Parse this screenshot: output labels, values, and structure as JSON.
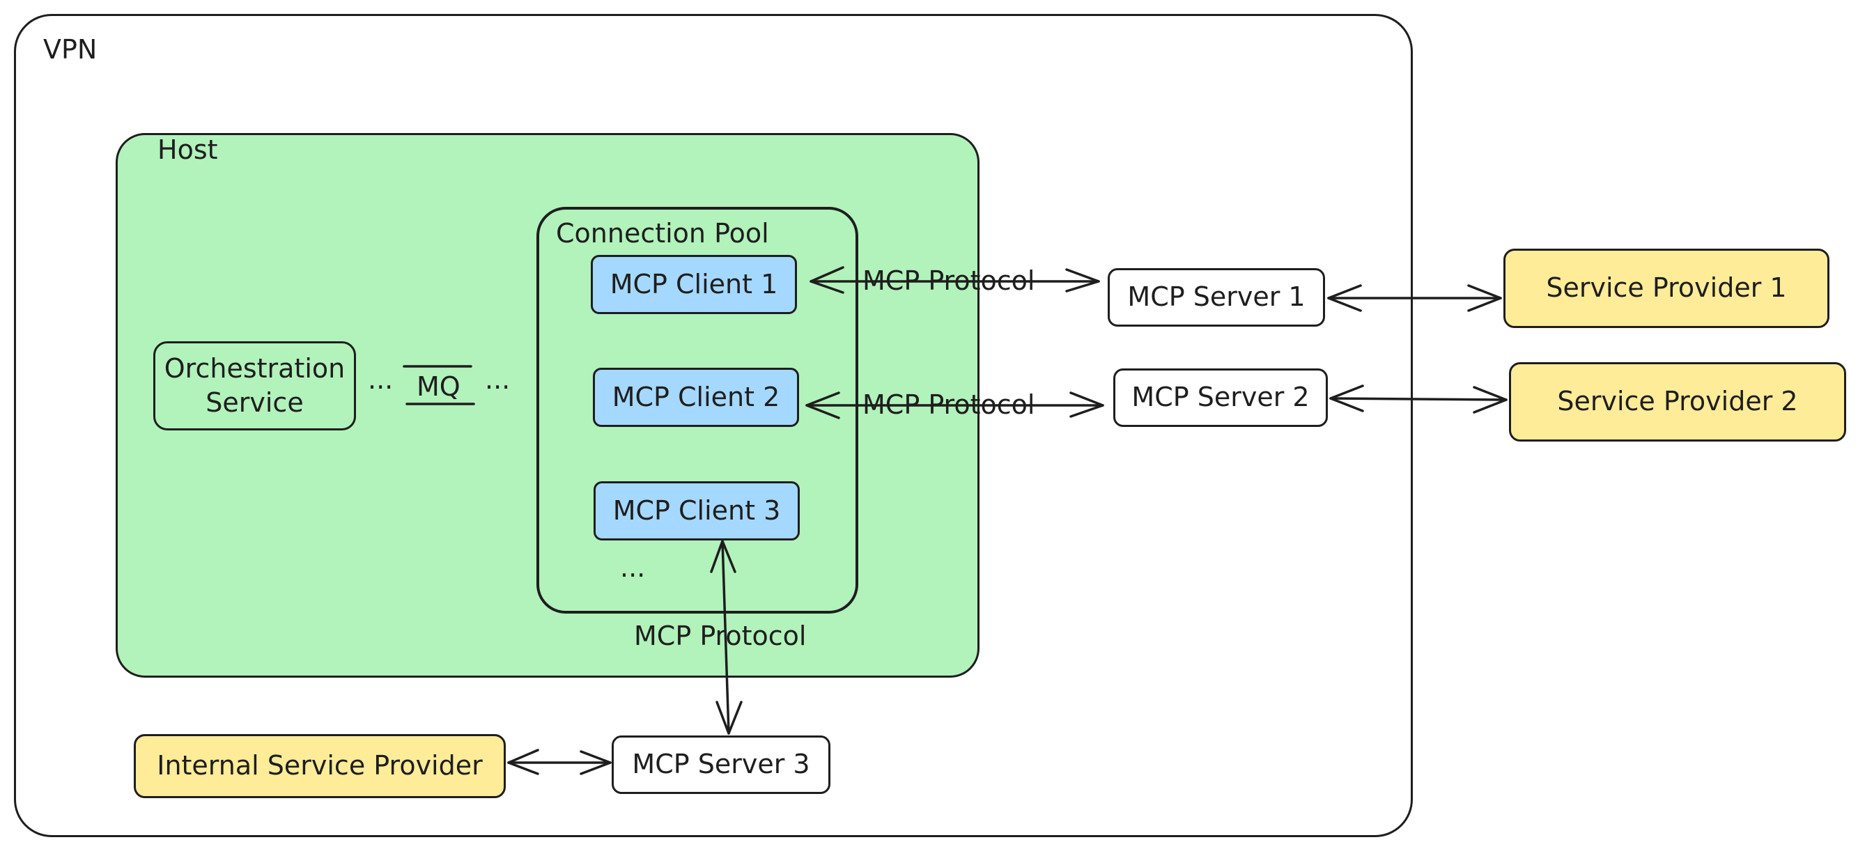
{
  "regions": {
    "vpn": "VPN",
    "host": "Host",
    "pool": "Connection Pool"
  },
  "nodes": {
    "orchestration": "Orchestration\nService",
    "mq": "MQ",
    "ellipsis_left": "...",
    "ellipsis_right": "...",
    "client1": "MCP Client 1",
    "client2": "MCP Client 2",
    "client3": "MCP Client 3",
    "pool_more": "...",
    "server1": "MCP Server 1",
    "server2": "MCP Server 2",
    "server3": "MCP Server 3",
    "provider1": "Service Provider 1",
    "provider2": "Service Provider 2",
    "internal_provider": "Internal Service Provider"
  },
  "edges": {
    "protocol1": "MCP Protocol",
    "protocol2": "MCP Protocol",
    "protocol3": "MCP Protocol"
  },
  "colors": {
    "host_fill": "#b2f2bb",
    "client_fill": "#a5d8ff",
    "provider_fill": "#ffec99",
    "stroke": "#1e1e1e"
  }
}
